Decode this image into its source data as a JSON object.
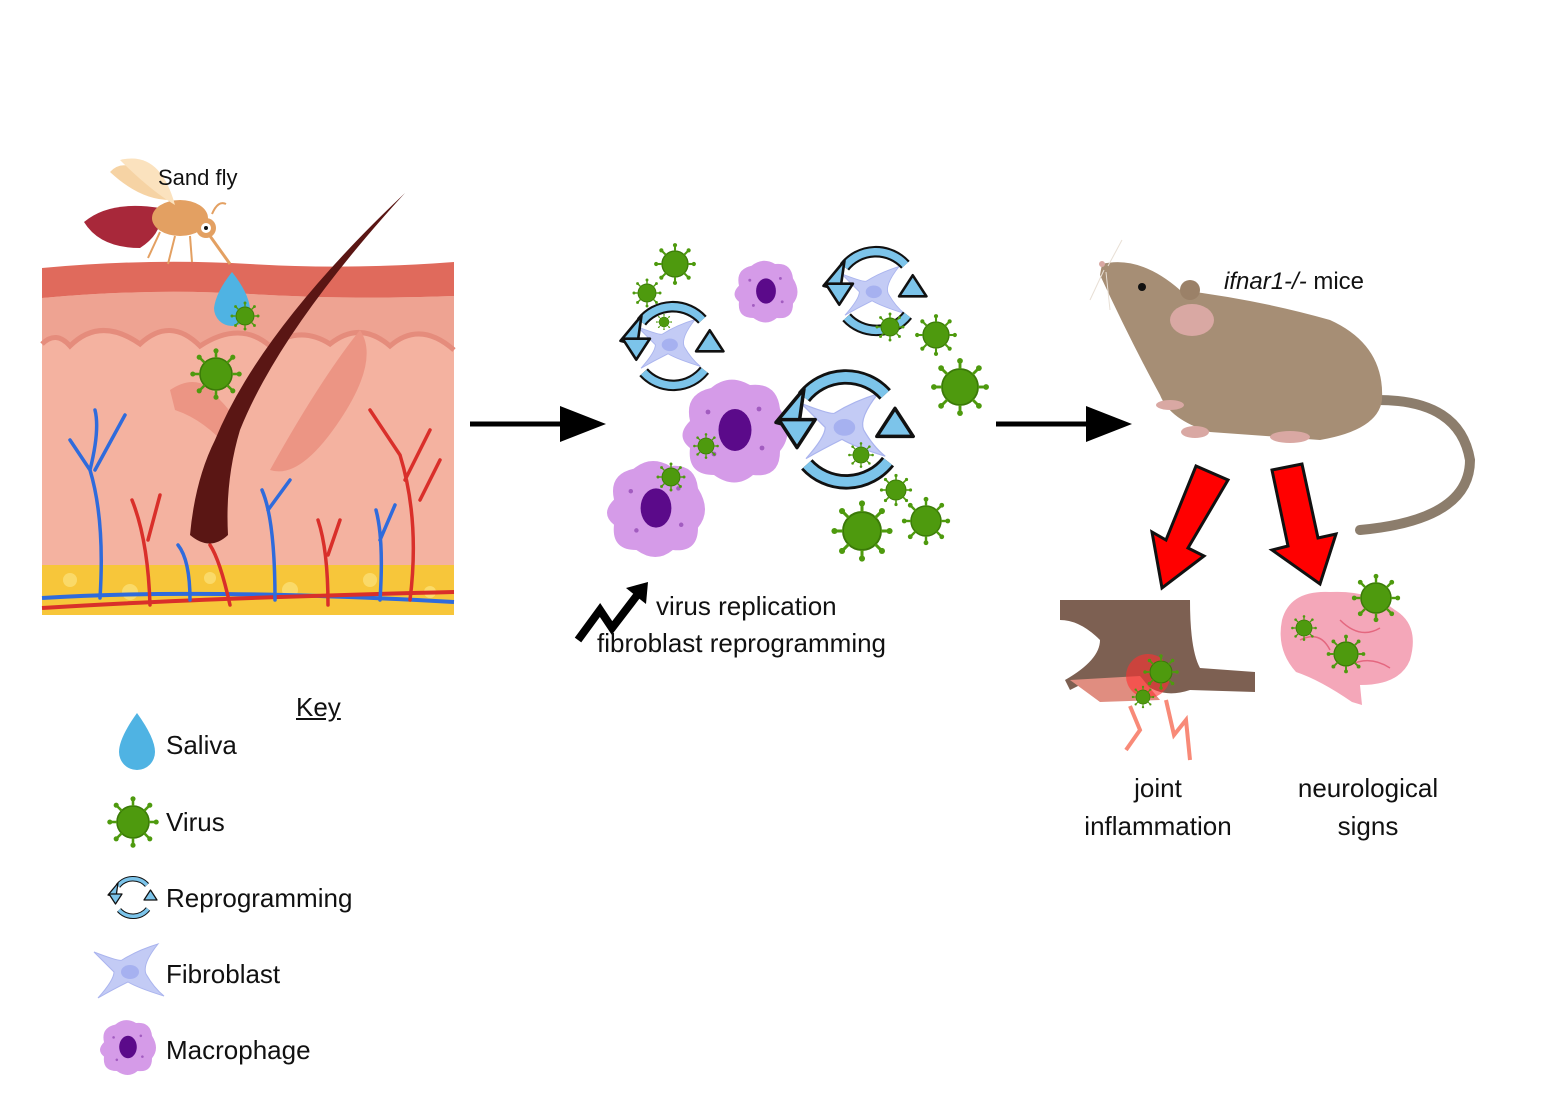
{
  "skin_panel": {
    "vector_label": "Sand fly"
  },
  "center_panel": {
    "effect_line1": "virus replication",
    "effect_line2": "fibroblast reprogramming"
  },
  "mouse_panel": {
    "mouse_label_italic": "ifnar1-/-",
    "mouse_label_rest": " mice",
    "outcome_1_line1": "joint",
    "outcome_1_line2": "inflammation",
    "outcome_2_line1": "neurological",
    "outcome_2_line2": "signs"
  },
  "key": {
    "title": "Key",
    "items": [
      {
        "icon": "saliva-drop-icon",
        "label": "Saliva"
      },
      {
        "icon": "virus-icon",
        "label": "Virus"
      },
      {
        "icon": "reprogramming-cycle-icon",
        "label": "Reprogramming"
      },
      {
        "icon": "fibroblast-icon",
        "label": "Fibroblast"
      },
      {
        "icon": "macrophage-icon",
        "label": "Macrophage"
      }
    ]
  },
  "colors": {
    "virus": "#4e9a0e",
    "saliva": "#4fb3e3",
    "cycle": "#7cc4ea",
    "fibroblast": "#c3cbf5",
    "macrophage": "#d59be8",
    "nucleus": "#5b0a8a",
    "mouse": "#a68e75",
    "red_arrow": "#ff0000"
  }
}
